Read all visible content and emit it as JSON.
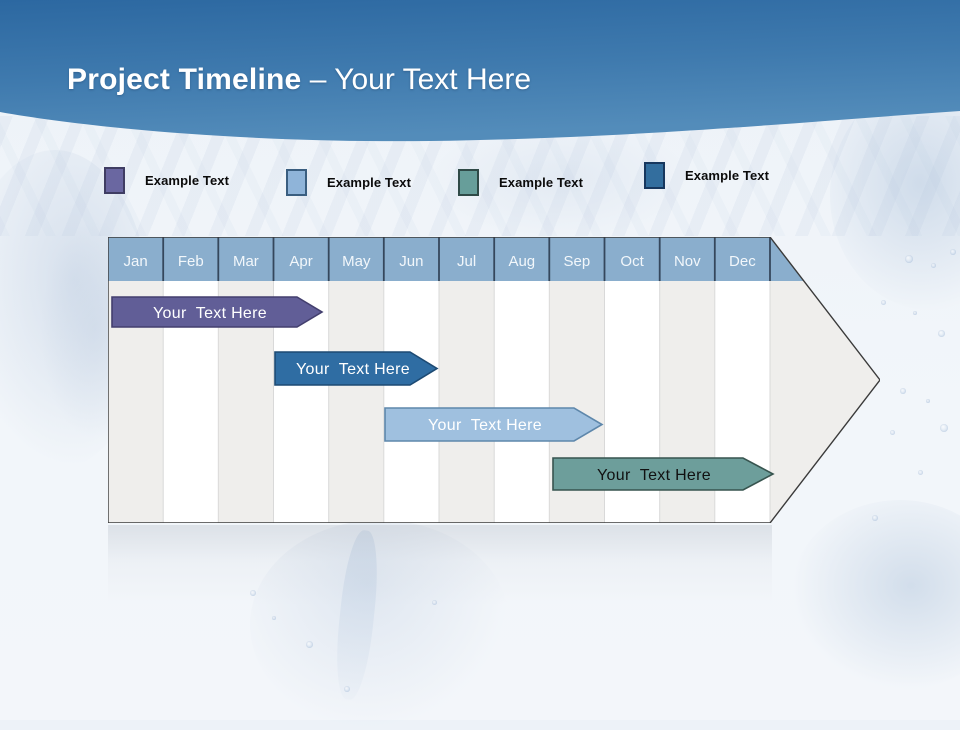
{
  "header": {
    "title_bold": "Project Timeline",
    "title_suffix": " – Your Text Here"
  },
  "legend": {
    "items": [
      {
        "label": "Example Text",
        "color": "#6a67a1",
        "border_color": "#3f3d63"
      },
      {
        "label": "Example Text",
        "color": "#8fb4d9",
        "border_color": "#3a5e80"
      },
      {
        "label": "Example Text",
        "color": "#679e9a",
        "border_color": "#2f4a47"
      },
      {
        "label": "Example Text",
        "color": "#336e9e",
        "border_color": "#17375e"
      }
    ]
  },
  "timeline": {
    "months": [
      "Jan",
      "Feb",
      "Mar",
      "Apr",
      "May",
      "Jun",
      "Jul",
      "Aug",
      "Sep",
      "Oct",
      "Nov",
      "Dec"
    ],
    "header_fill": "#8aaecd",
    "stripe_color": "#efeeec",
    "bars": [
      {
        "label": "Your  Text Here",
        "color": "#615e97",
        "border_color": "#433f6e",
        "text_color": "#ffffff",
        "start_month": "Jan",
        "end_month": "Apr",
        "row": 1
      },
      {
        "label": "Your  Text Here",
        "color": "#2f6da3",
        "border_color": "#1d4a73",
        "text_color": "#ffffff",
        "start_month": "Apr",
        "end_month": "Jun",
        "row": 2
      },
      {
        "label": "Your  Text Here",
        "color": "#9fc0df",
        "border_color": "#5e87ab",
        "text_color": "#ffffff",
        "start_month": "Jun",
        "end_month": "Sep",
        "row": 3
      },
      {
        "label": "Your  Text Here",
        "color": "#6d9e9b",
        "border_color": "#37544f",
        "text_color": "#111111",
        "start_month": "Sep",
        "end_month": "Dec",
        "row": 4
      }
    ]
  }
}
